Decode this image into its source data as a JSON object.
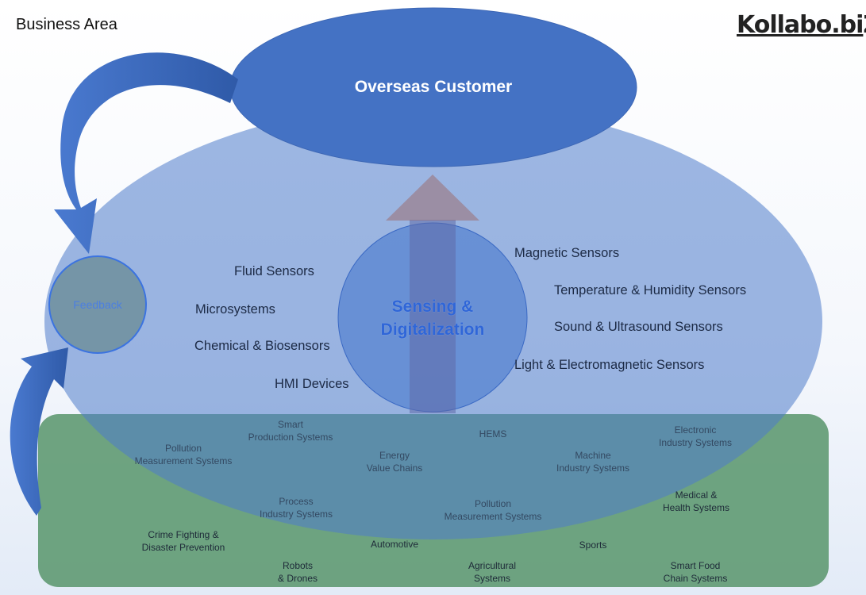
{
  "header": {
    "title": "Business Area"
  },
  "logo": {
    "text_main": "Kollabo.bi",
    "text_end": "Z"
  },
  "diagram": {
    "customer_label": "Overseas Customer",
    "center_label_line1": "Sensing &",
    "center_label_line2": "Digitalization",
    "feedback_label": "Feedback",
    "sensors": [
      "Fluid Sensors",
      "Microsystems",
      "Chemical & Biosensors",
      "HMI Devices",
      "Magnetic Sensors",
      "Temperature & Humidity Sensors",
      "Sound & Ultrasound Sensors",
      "Light & Electromagnetic Sensors"
    ],
    "areas": [
      {
        "line1": "Smart",
        "line2": "Production Systems"
      },
      {
        "line1": "Pollution",
        "line2": "Measurement Systems"
      },
      {
        "line1": "HEMS",
        "line2": ""
      },
      {
        "line1": "Electronic",
        "line2": "Industry Systems"
      },
      {
        "line1": "Energy",
        "line2": "Value Chains"
      },
      {
        "line1": "Machine",
        "line2": "Industry Systems"
      },
      {
        "line1": "Process",
        "line2": "Industry Systems"
      },
      {
        "line1": "Pollution",
        "line2": "Measurement Systems"
      },
      {
        "line1": "Medical &",
        "line2": "Health Systems"
      },
      {
        "line1": "Crime Fighting &",
        "line2": "Disaster Prevention"
      },
      {
        "line1": "Automotive",
        "line2": ""
      },
      {
        "line1": "Sports",
        "line2": ""
      },
      {
        "line1": "Robots",
        "line2": "& Drones"
      },
      {
        "line1": "Agricultural",
        "line2": "Systems"
      },
      {
        "line1": "Smart Food",
        "line2": "Chain Systems"
      }
    ]
  },
  "colors": {
    "customer_fill": "#4472c4",
    "big_ellipse_fill": "#4f7ccb",
    "green_box_fill": "#5f9a72",
    "arrow_up_fill": "#8a5a66",
    "arrow_curve_fill": "#3f6fc2"
  }
}
